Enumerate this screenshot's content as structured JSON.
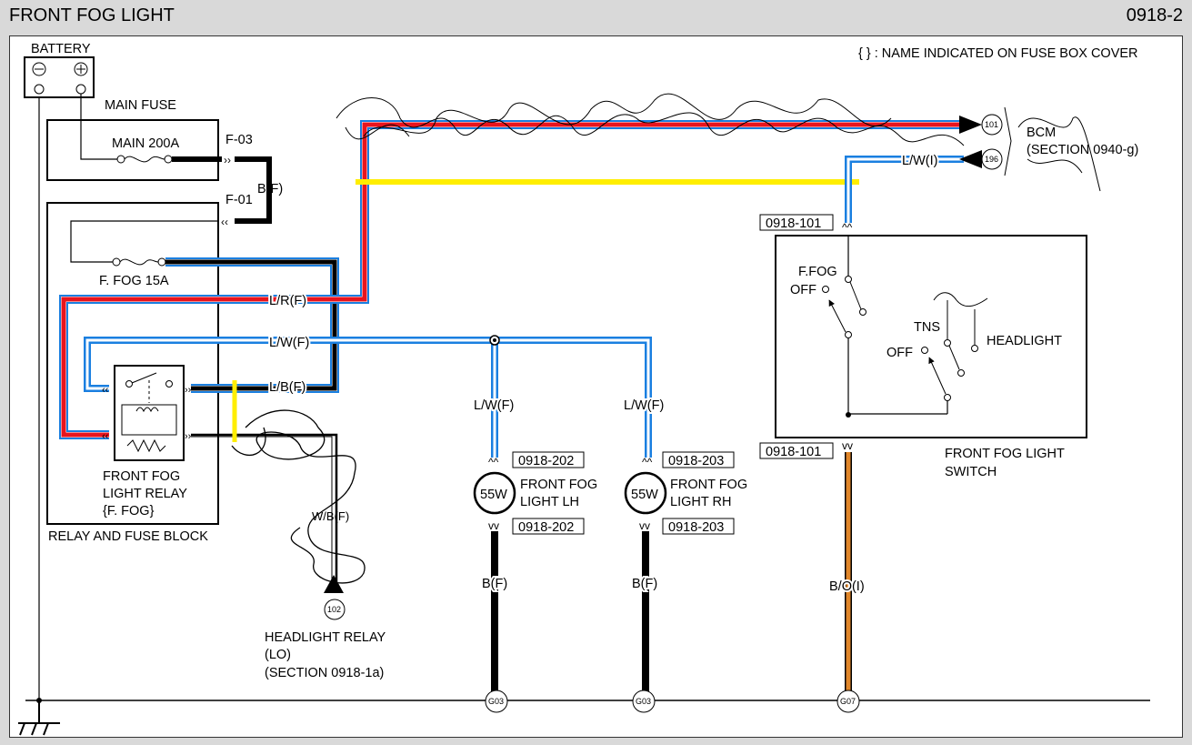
{
  "header": {
    "title": "FRONT FOG LIGHT",
    "code": "0918-2"
  },
  "note": "{ } : NAME INDICATED ON FUSE BOX COVER",
  "labels": {
    "battery": "BATTERY",
    "minus": "⊖",
    "plus": "⊕",
    "main_fuse": "MAIN FUSE",
    "main_200a": "MAIN 200A",
    "f03": "F-03",
    "f01": "F-01",
    "bf_top": "B(F)",
    "ffog15a": "F. FOG 15A",
    "lr": "L/R(F)",
    "lw": "L/W(F)",
    "lb": "L/B(F)",
    "relay1": "FRONT FOG",
    "relay2": "LIGHT RELAY",
    "relay3": "{F. FOG}",
    "rfb": "RELAY AND FUSE BLOCK",
    "wb": "W/B(F)",
    "hr1": "HEADLIGHT RELAY",
    "hr2": "(LO)",
    "hr3": "(SECTION 0918-1a)",
    "c102": "102",
    "lw_lh": "L/W(F)",
    "lw_rh": "L/W(F)",
    "c202a": "0918-202",
    "c202b": "0918-202",
    "c203a": "0918-203",
    "c203b": "0918-203",
    "bulb_lh": "55W",
    "bulb_rh": "55W",
    "lh1": "FRONT FOG",
    "lh2": "LIGHT LH",
    "rh1": "FRONT FOG",
    "rh2": "LIGHT RH",
    "b_lh": "B(F)",
    "b_rh": "B(F)",
    "g03a": "G03",
    "g03b": "G03",
    "g07": "G07",
    "c101a": "0918-101",
    "c101b": "0918-101",
    "ffog": "F.FOG",
    "off1": "OFF",
    "tns": "TNS",
    "headlight": "HEADLIGHT",
    "off2": "OFF",
    "sw1": "FRONT FOG LIGHT",
    "sw2": "SWITCH",
    "bo": "B/O(I)",
    "lwi": "L/W(I)",
    "c101": "101",
    "c196": "196",
    "bcm1": "BCM",
    "bcm2": "(SECTION 0940-g)"
  },
  "colors": {
    "red": "#e8141e",
    "blue": "#1a7fe0",
    "black": "#000000",
    "orange": "#e0862a",
    "yellow": "#ffee00"
  }
}
